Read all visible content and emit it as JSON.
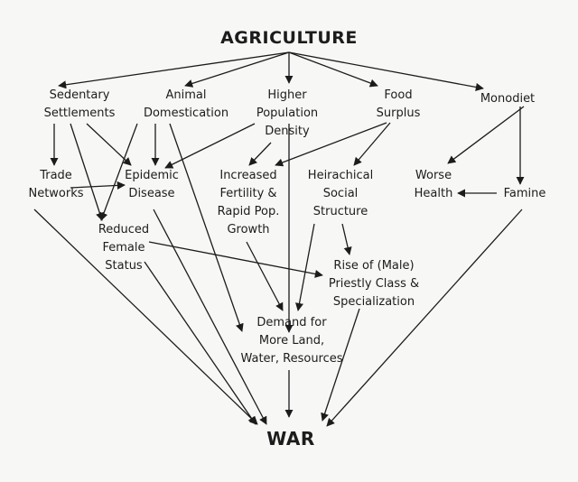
{
  "diagram": {
    "nodes": [
      {
        "id": "agriculture",
        "lines": [
          "AGRICULTURE"
        ]
      },
      {
        "id": "sedentary-settlements",
        "lines": [
          "Sedentary",
          "Settlements"
        ]
      },
      {
        "id": "animal-domestication",
        "lines": [
          "Animal",
          "Domestication"
        ]
      },
      {
        "id": "higher-population-density",
        "lines": [
          "Higher",
          "Population",
          "Density"
        ]
      },
      {
        "id": "food-surplus",
        "lines": [
          "Food",
          "Surplus"
        ]
      },
      {
        "id": "monodiet",
        "lines": [
          "Monodiet"
        ]
      },
      {
        "id": "trade-networks",
        "lines": [
          "Trade",
          "Networks"
        ]
      },
      {
        "id": "epidemic-disease",
        "lines": [
          "Epidemic",
          "Disease"
        ]
      },
      {
        "id": "increased-fertility",
        "lines": [
          "Increased",
          "Fertility &",
          "Rapid Pop.",
          "Growth"
        ]
      },
      {
        "id": "hierarchical-structure",
        "lines": [
          "Heirachical",
          "Social",
          "Structure"
        ]
      },
      {
        "id": "worse-health",
        "lines": [
          "Worse",
          "Health"
        ]
      },
      {
        "id": "famine",
        "lines": [
          "Famine"
        ]
      },
      {
        "id": "reduced-female-status",
        "lines": [
          "Reduced",
          "Female",
          "Status"
        ]
      },
      {
        "id": "priestly-class",
        "lines": [
          "Rise of (Male)",
          "Priestly Class &",
          "Specialization"
        ]
      },
      {
        "id": "demand-resources",
        "lines": [
          "Demand for",
          "More Land,",
          "Water, Resources"
        ]
      },
      {
        "id": "war",
        "lines": [
          "WAR"
        ]
      }
    ],
    "colors": {
      "text": "#1c1c1c",
      "arrow": "#1c1c1c",
      "background": "#f7f7f5"
    }
  }
}
